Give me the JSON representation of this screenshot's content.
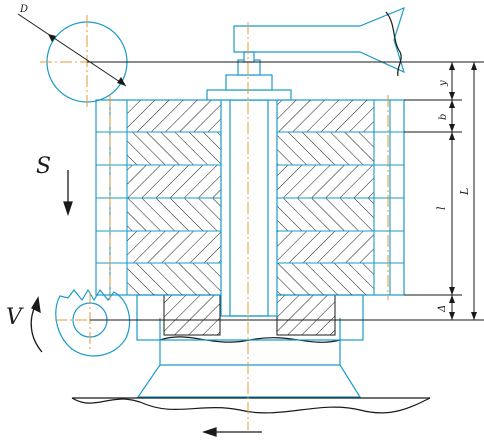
{
  "colors": {
    "outline": "#1a9bc9",
    "center_line": "#e69a3a",
    "ink": "#1a1a1a",
    "background": "#ffffff"
  },
  "labels": {
    "cutter_diameter": "D",
    "feed": "S",
    "rotation": "V",
    "dim_y": "y",
    "dim_b": "b",
    "dim_l": "l",
    "dim_L": "L",
    "dim_delta": "Δ"
  }
}
